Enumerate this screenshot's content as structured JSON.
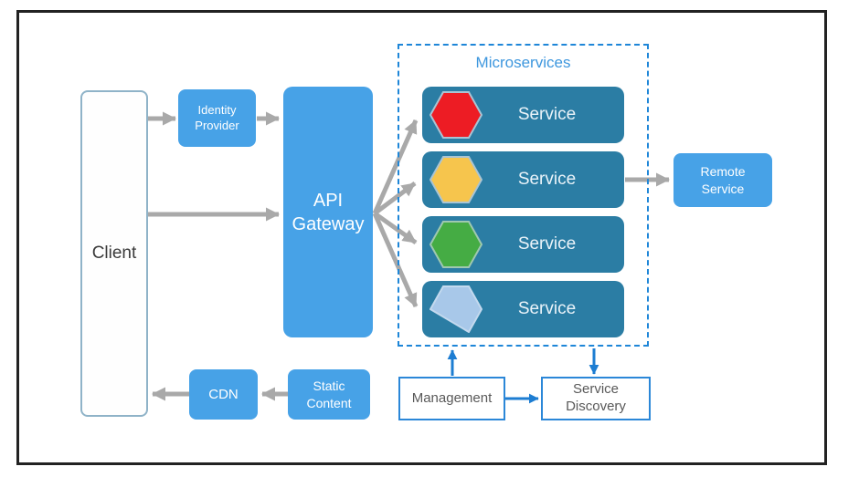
{
  "nodes": {
    "client": {
      "label": "Client"
    },
    "identity_provider": {
      "label": "Identity Provider"
    },
    "api_gateway": {
      "label": "API Gateway"
    },
    "cdn": {
      "label": "CDN"
    },
    "static_content": {
      "label": "Static Content"
    },
    "remote_service": {
      "label": "Remote Service"
    },
    "management": {
      "label": "Management"
    },
    "service_discovery": {
      "label": "Service Discovery"
    }
  },
  "microservices": {
    "title": "Microservices",
    "services": [
      {
        "label": "Service",
        "icon": "hexagon-red-icon",
        "hex_fill": "#ed1c24",
        "hex_stroke": "#a9c4d4"
      },
      {
        "label": "Service",
        "icon": "hexagon-yellow-icon",
        "hex_fill": "#f6c54d",
        "hex_stroke": "#a9c4d4"
      },
      {
        "label": "Service",
        "icon": "hexagon-green-icon",
        "hex_fill": "#45ac44",
        "hex_stroke": "#9fc8b0"
      },
      {
        "label": "Service",
        "icon": "hexagon-lightblue-icon",
        "hex_fill": "#a8c8e9",
        "hex_stroke": "#c3d9ee"
      }
    ]
  },
  "colors": {
    "node_blue": "#47a2e7",
    "service_teal": "#2b7da4",
    "microservices_title_blue": "#3e97de",
    "dashed_border_blue": "#1e86d8",
    "arrow_gray": "#a9a9a9",
    "arrow_blue": "#1d7dd2",
    "client_border": "#8fb3c8",
    "outline_border_blue": "#2b87d8",
    "outline_text_gray": "#595959",
    "frame_black": "#222222"
  }
}
